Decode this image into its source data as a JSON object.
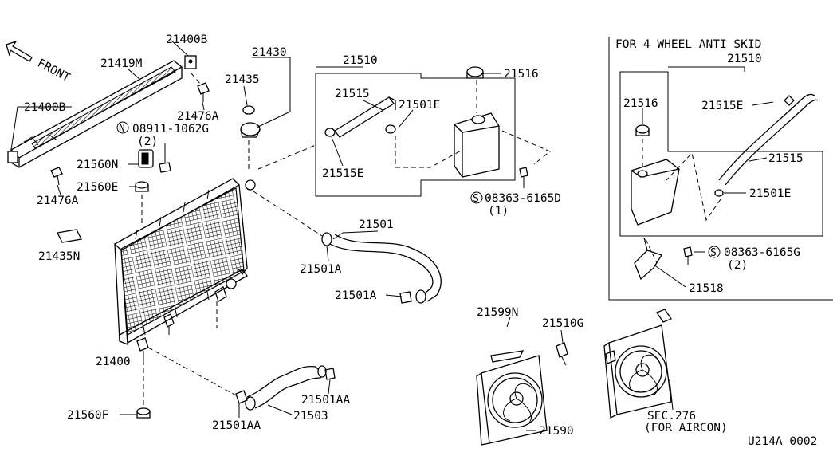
{
  "front_label": "FRONT",
  "inset_title": "FOR 4 WHEEL ANTI SKID",
  "callouts": {
    "p21400B_top": "21400B",
    "p21419M": "21419M",
    "p21400B_left": "21400B",
    "p21476A_top": "21476A",
    "p08911_line1": "08911-1062G",
    "p08911_line2": "(2)",
    "p21560N": "21560N",
    "p21476A_left": "21476A",
    "p21560E": "21560E",
    "p21435N": "21435N",
    "p21430": "21430",
    "p21435": "21435",
    "p21510": "21510",
    "p21516": "21516",
    "p21515": "21515",
    "p21501E": "21501E",
    "p21515E": "21515E",
    "p08363_line1": "08363-6165D",
    "p08363_line2": "(1)",
    "p21501": "21501",
    "p21501A_a": "21501A",
    "p21501A_b": "21501A",
    "p21400": "21400",
    "p21560F": "21560F",
    "p21501AA_a": "21501AA",
    "p21501AA_b": "21501AA",
    "p21503": "21503",
    "p21599N": "21599N",
    "p21510G": "21510G",
    "p21590": "21590",
    "sec_line1": "SEC.276",
    "sec_line2": "(FOR AIRCON)",
    "diagram_code": "U214A 0002"
  },
  "inset_callouts": {
    "p21510": "21510",
    "p21516": "21516",
    "p21515E": "21515E",
    "p21515": "21515",
    "p21501E": "21501E",
    "p08363_line1": "08363-6165G",
    "p08363_line2": "(2)",
    "p21518": "21518"
  },
  "symbols": {
    "nut_prefix": "N",
    "screw_prefix_main": "S",
    "screw_prefix_inset": "S"
  }
}
